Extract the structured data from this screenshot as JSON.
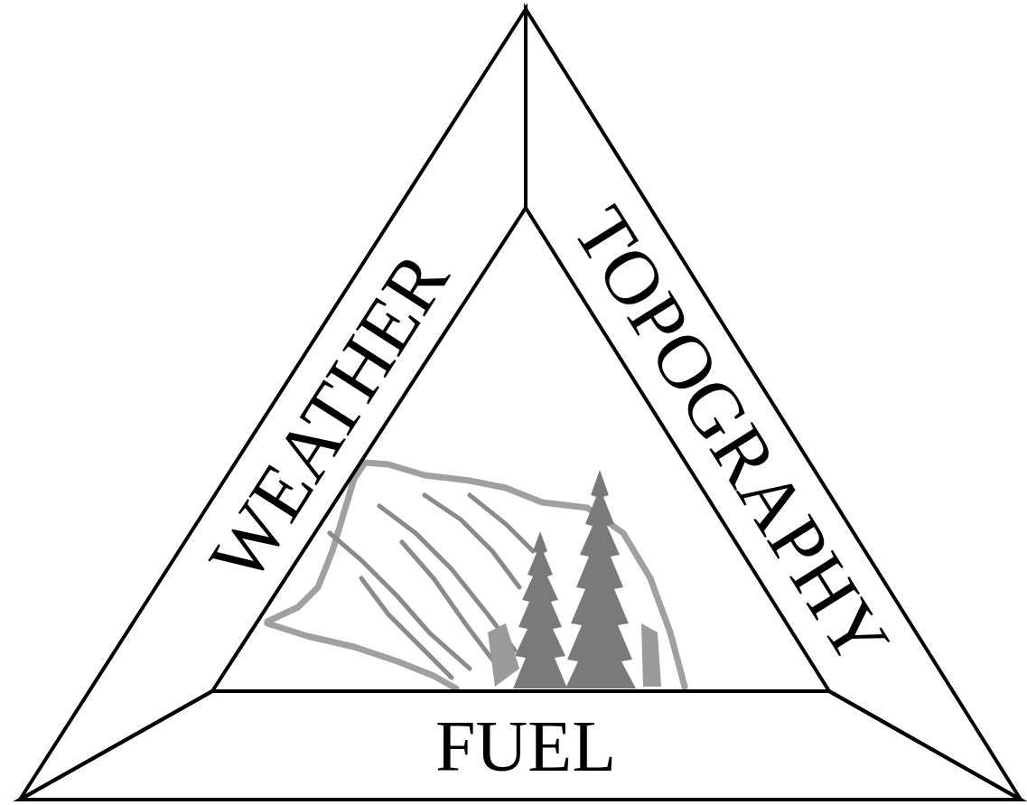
{
  "diagram": {
    "nodes": [
      {
        "text": [
          "WEATHER"
        ]
      },
      {
        "text": [
          "TOPOGRAPHY"
        ]
      },
      {
        "text": [
          "FUEL"
        ]
      }
    ]
  }
}
